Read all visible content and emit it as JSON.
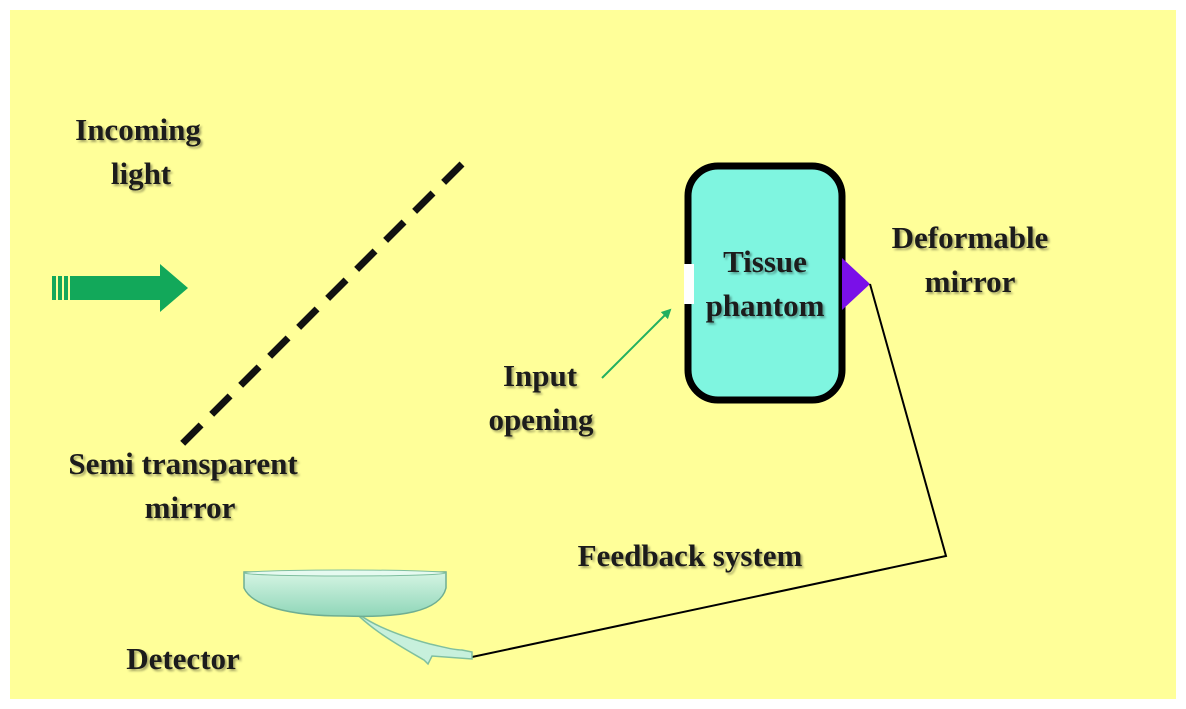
{
  "background_color": "#ffff99",
  "labels": {
    "incoming_light": [
      "Incoming",
      "light"
    ],
    "semi_transparent_mirror": [
      "Semi transparent",
      "mirror"
    ],
    "input_opening": [
      "Input",
      "opening"
    ],
    "tissue_phantom": [
      "Tissue",
      "phantom"
    ],
    "deformable_mirror": [
      "Deformable",
      "mirror"
    ],
    "feedback_system": "Feedback system",
    "detector": "Detector"
  },
  "colors": {
    "arrow": "#12a85a",
    "phantom_fill": "#7ff5e0",
    "phantom_border": "#000000",
    "deformable_mirror": "#7a10e8",
    "detector": "#aee8c8",
    "pointer_arrow": "#22b060"
  }
}
